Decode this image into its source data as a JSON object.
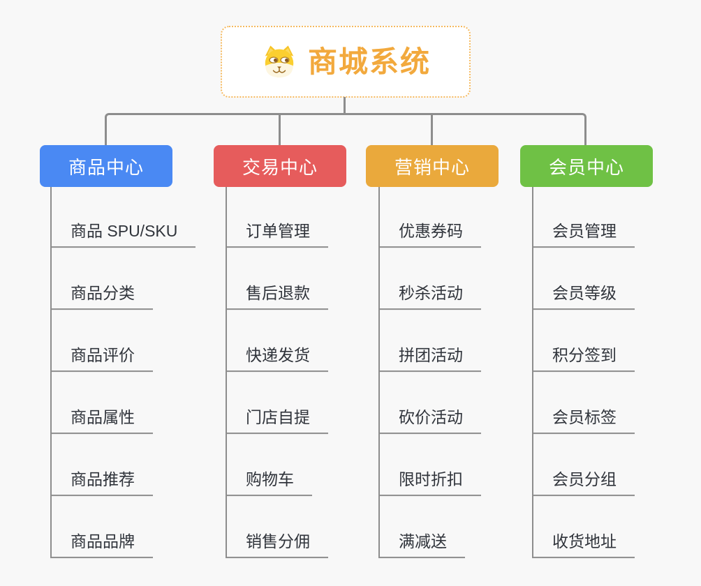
{
  "diagram": {
    "title": "商城系统",
    "background_color": "#f8f8f8",
    "line_color": "#8d8d8d",
    "accent_color": "#f2a93d",
    "border_color": "#f5b95e",
    "root_icon": "doge-icon",
    "branches": [
      {
        "label": "商品中心",
        "color": "#4a89f3",
        "children": [
          "商品 SPU/SKU",
          "商品分类",
          "商品评价",
          "商品属性",
          "商品推荐",
          "商品品牌"
        ]
      },
      {
        "label": "交易中心",
        "color": "#e65c5c",
        "children": [
          "订单管理",
          "售后退款",
          "快递发货",
          "门店自提",
          "购物车",
          "销售分佣"
        ]
      },
      {
        "label": "营销中心",
        "color": "#eaa93c",
        "children": [
          "优惠券码",
          "秒杀活动",
          "拼团活动",
          "砍价活动",
          "限时折扣",
          "满减送"
        ]
      },
      {
        "label": "会员中心",
        "color": "#6fc145",
        "children": [
          "会员管理",
          "会员等级",
          "积分签到",
          "会员标签",
          "会员分组",
          "收货地址"
        ]
      }
    ]
  }
}
